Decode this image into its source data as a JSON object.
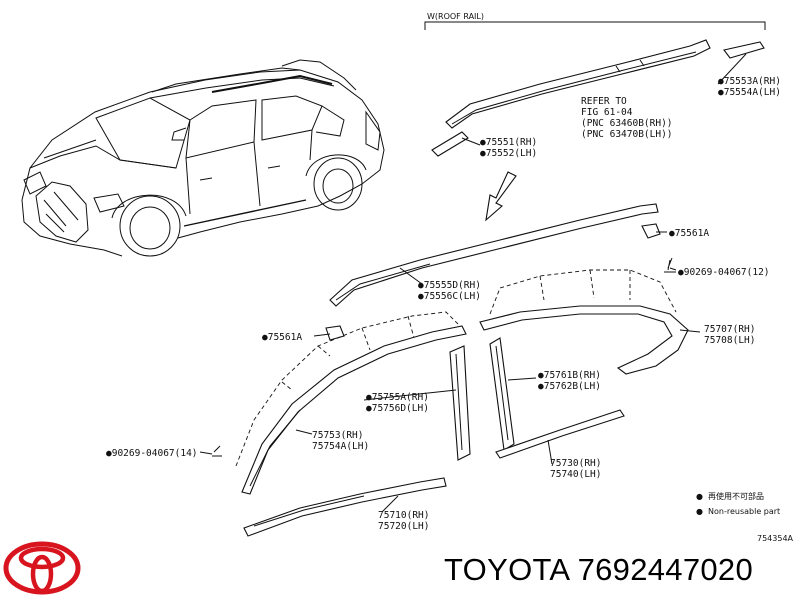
{
  "header": {
    "roof_rail_label": "W(ROOF RAIL)"
  },
  "refer_note": [
    "REFER TO",
    "FIG 61-04",
    "(PNC 63460B(RH))",
    "(PNC 63470B(LH))"
  ],
  "callouts": [
    {
      "id": "c1",
      "lines": [
        "●75553A(RH)",
        "●75554A(LH)"
      ]
    },
    {
      "id": "c2",
      "lines": [
        "●75551(RH)",
        "●75552(LH)"
      ]
    },
    {
      "id": "c3",
      "lines": [
        "●75561A"
      ]
    },
    {
      "id": "c4",
      "lines": [
        "●75555D(RH)",
        "●75556C(LH)"
      ]
    },
    {
      "id": "c5",
      "lines": [
        "●90269-04067(12)"
      ]
    },
    {
      "id": "c6",
      "lines": [
        "●75561A"
      ]
    },
    {
      "id": "c7",
      "lines": [
        "75707(RH)",
        "75708(LH)"
      ]
    },
    {
      "id": "c8",
      "lines": [
        "●75761B(RH)",
        "●75762B(LH)"
      ]
    },
    {
      "id": "c9",
      "lines": [
        "●75755A(RH)",
        "●75756D(LH)"
      ]
    },
    {
      "id": "c10",
      "lines": [
        "75753(RH)",
        "75754A(LH)"
      ]
    },
    {
      "id": "c11",
      "lines": [
        "●90269-04067(14)"
      ]
    },
    {
      "id": "c12",
      "lines": [
        "75730(RH)",
        "75740(LH)"
      ]
    },
    {
      "id": "c13",
      "lines": [
        "75710(RH)",
        "75720(LH)"
      ]
    }
  ],
  "legend": [
    {
      "symbol": "●",
      "text": "再使用不可部品"
    },
    {
      "symbol": "●",
      "text": "Non-reusable part"
    }
  ],
  "diagram_code": "754354A",
  "footer": {
    "title": "TOYOTA 7692447020"
  },
  "colors": {
    "logo": "#d8141f",
    "ink": "#111111"
  }
}
